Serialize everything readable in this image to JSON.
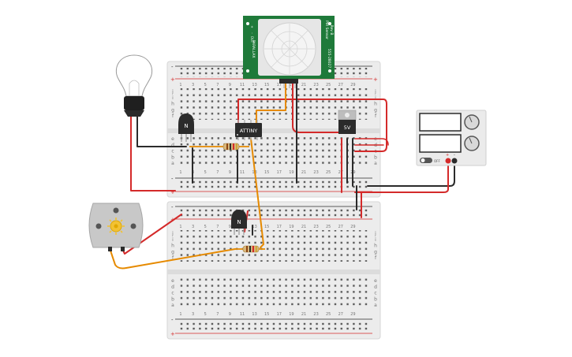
{
  "pir": {
    "brand": "PARALLAX",
    "title_line1": "PIR Sensor",
    "title_line2": "Rev B",
    "part_number": "555-28027",
    "pin_labels": [
      "+",
      "-",
      "OUT"
    ]
  },
  "chips": {
    "mcu": "ATTINY",
    "regulator": "5V",
    "transistor_top": "N",
    "transistor_bottom": "N"
  },
  "breadboard": {
    "rows_upper": [
      "j",
      "i",
      "h",
      "g",
      "f"
    ],
    "rows_lower": [
      "e",
      "d",
      "c",
      "b",
      "a"
    ],
    "column_numbers": [
      "1",
      "3",
      "5",
      "7",
      "9",
      "11",
      "13",
      "15",
      "17",
      "19",
      "21",
      "23",
      "25",
      "27",
      "29"
    ],
    "rail_plus": "+",
    "rail_minus": "-"
  },
  "power_supply": {
    "indicator": "OFF"
  },
  "colors": {
    "wire_red": "#d42a2a",
    "wire_black": "#2b2b2b",
    "wire_orange": "#e68a00",
    "pcb_green": "#1f7a3a",
    "breadboard": "#ececec"
  }
}
